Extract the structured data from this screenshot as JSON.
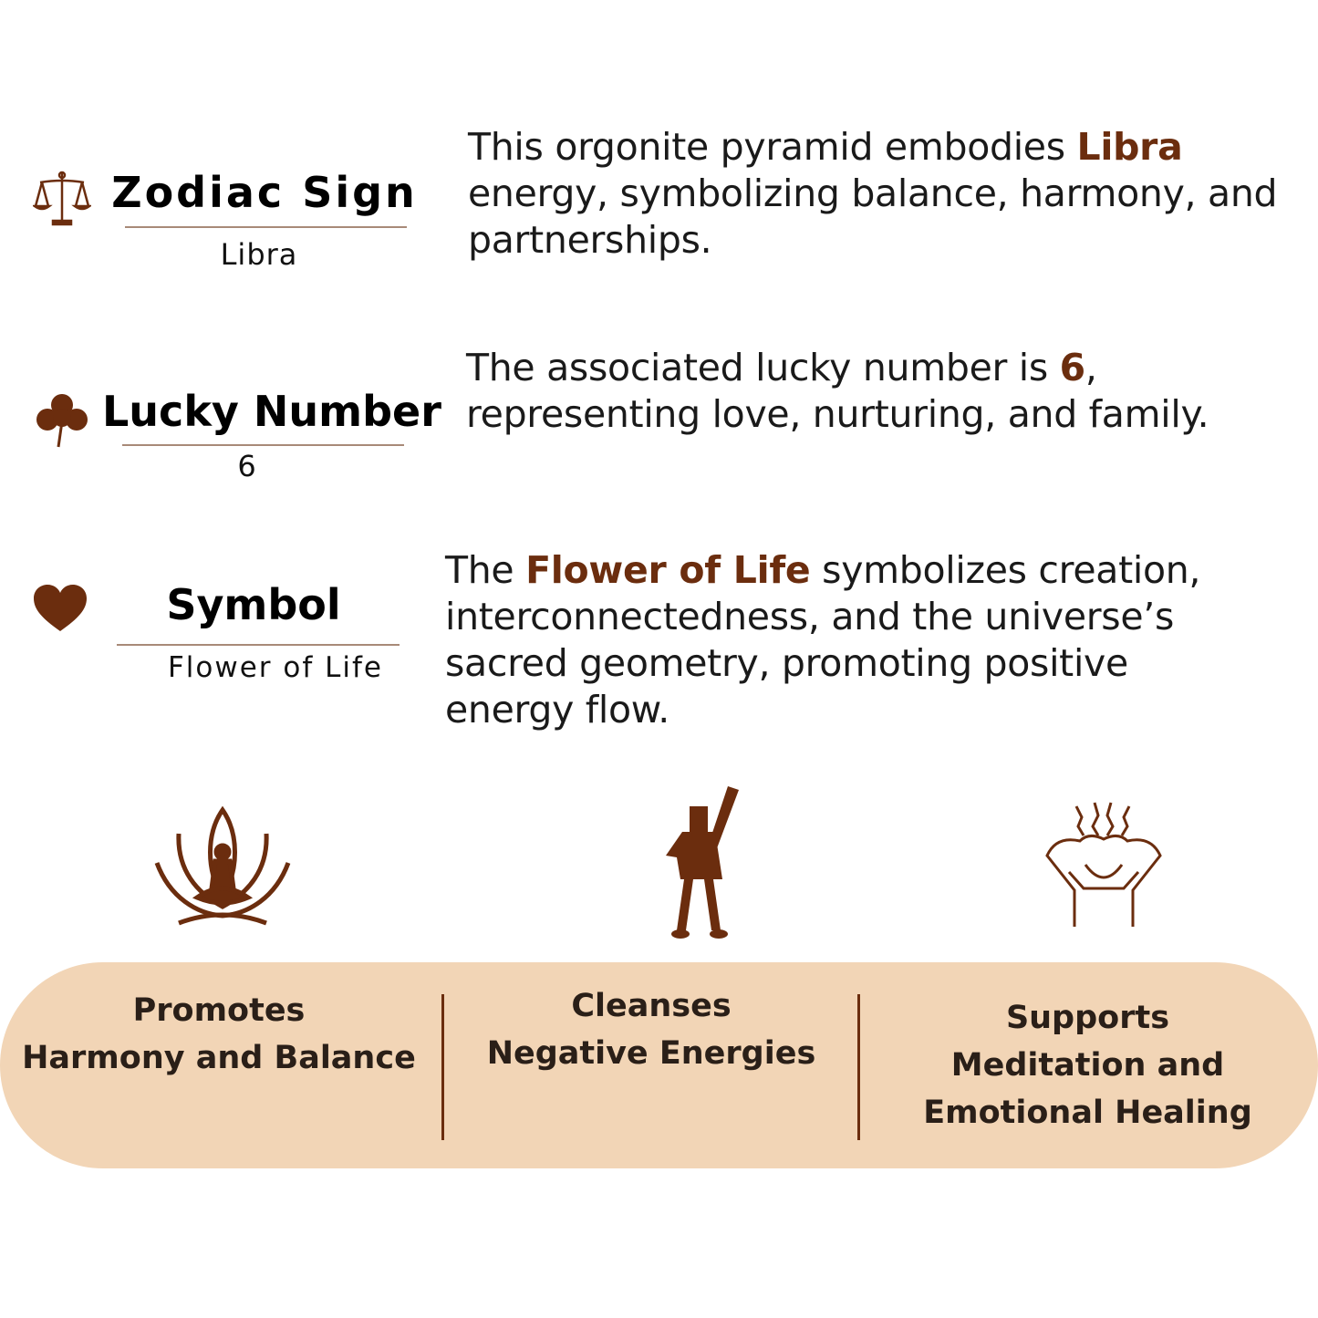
{
  "colors": {
    "accent": "#6b2d0e",
    "pill": "#f2d5b6"
  },
  "attributes": [
    {
      "icon": "scales-icon",
      "title": "Zodiac Sign",
      "value": "Libra",
      "desc": {
        "pre": "This orgonite pyramid embodies ",
        "bold": "Libra",
        "post": " energy, symbolizing balance, harmony, and partnerships."
      }
    },
    {
      "icon": "clover-icon",
      "title": "Lucky Number",
      "value": "6",
      "desc": {
        "pre": "The associated lucky number is ",
        "bold": "6",
        "post": ", representing love, nurturing, and family."
      }
    },
    {
      "icon": "heart-icon",
      "title": "Symbol",
      "value": "Flower of Life",
      "desc": {
        "pre": "The ",
        "bold": "Flower of Life",
        "post": " symbolizes creation, interconnectedness, and the universe’s sacred geometry, promoting positive energy flow."
      }
    }
  ],
  "benefits": [
    {
      "icon": "lotus-meditation-icon",
      "line1": "Promotes",
      "line2": "Harmony and Balance"
    },
    {
      "icon": "raised-fist-person-icon",
      "line1": "Cleanses",
      "line2": "Negative Energies"
    },
    {
      "icon": "stress-relief-icon",
      "line1": "Supports",
      "line2": "Meditation and",
      "line3": "Emotional Healing"
    }
  ]
}
